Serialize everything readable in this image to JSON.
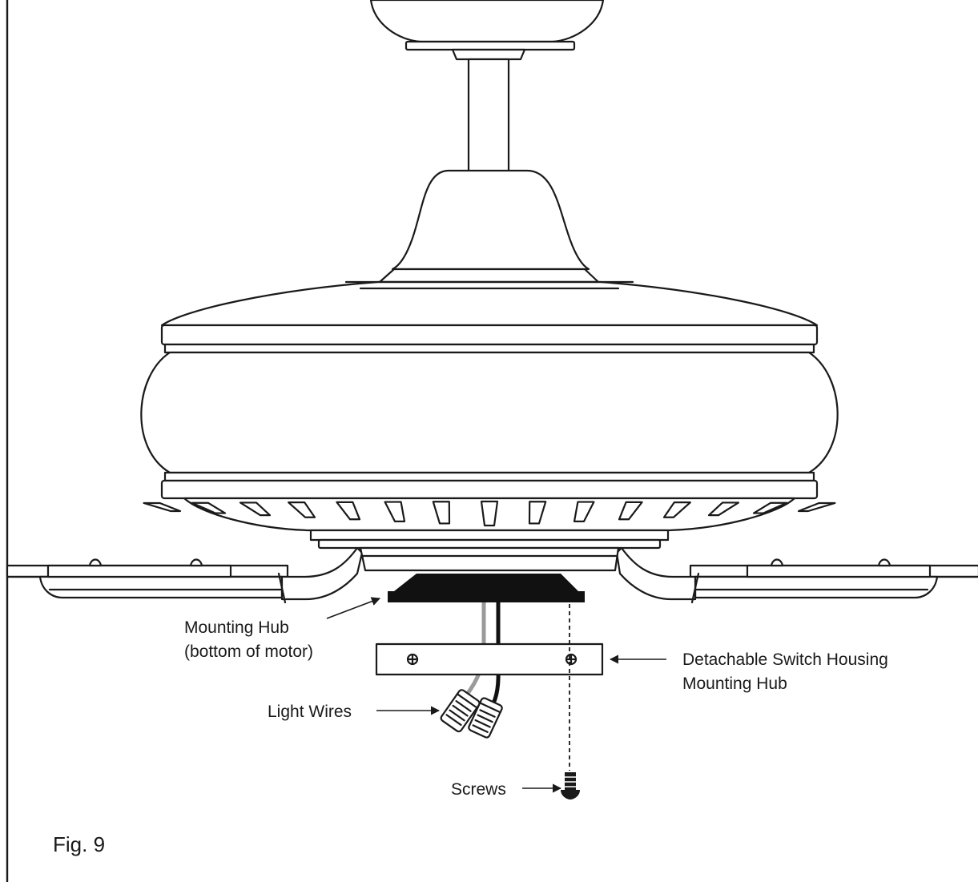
{
  "labels": {
    "mounting_hub_line1": "Mounting Hub",
    "mounting_hub_line2": "(bottom of motor)",
    "switch_housing_line1": "Detachable Switch Housing",
    "switch_housing_line2": "Mounting Hub",
    "light_wires": "Light Wires",
    "screws": "Screws",
    "figure": "Fig. 9"
  }
}
